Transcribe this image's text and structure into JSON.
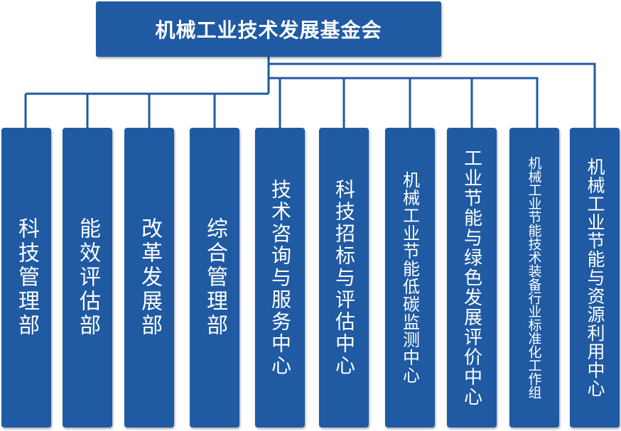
{
  "root": {
    "label": "机械工业技术发展基金会"
  },
  "departments": [
    {
      "label": "科技管理部"
    },
    {
      "label": "能效评估部"
    },
    {
      "label": "改革发展部"
    },
    {
      "label": "综合管理部"
    },
    {
      "label": "技术咨询与服务中心"
    },
    {
      "label": "科技招标与评估中心"
    },
    {
      "label": "机械工业节能低碳监测中心"
    },
    {
      "label": "工业节能与绿色发展评价中心"
    },
    {
      "label": "机械工业节能技术装备行业标准化工作组"
    },
    {
      "label": "机械工业节能与资源利用中心"
    }
  ],
  "colors": {
    "box": "#1f5aa3",
    "line": "#1f5aa3",
    "text": "#ffffff"
  }
}
